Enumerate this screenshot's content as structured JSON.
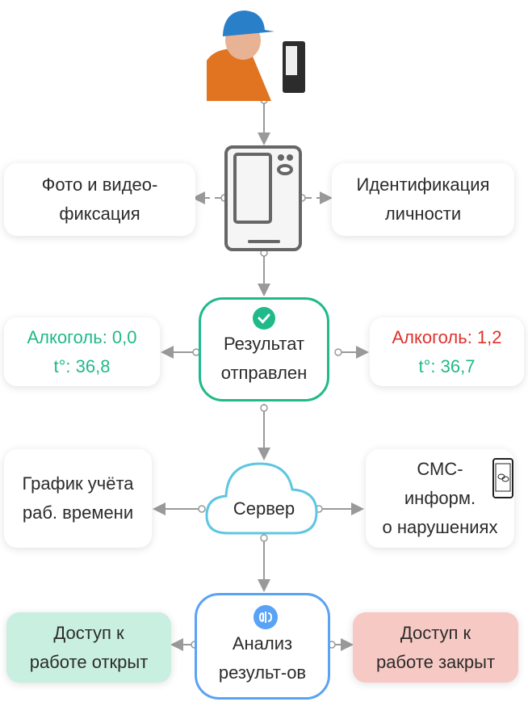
{
  "top": {
    "photo_left": "Фото и видео-",
    "photo_right": "фиксация",
    "ident_1": "Идентификация",
    "ident_2": "личности"
  },
  "result": {
    "line1": "Результат",
    "line2": "отправлен",
    "left_alcohol": "Алкоголь: 0,0",
    "left_temp": "t°: 36,8",
    "right_alcohol": "Алкоголь: 1,2",
    "right_temp": "t°: 36,7"
  },
  "server": {
    "label": "Сервер",
    "schedule_1": "График учёта",
    "schedule_2": "раб. времени",
    "sms_1": "СМС-",
    "sms_2": "информ.",
    "sms_3": "о нарушениях"
  },
  "analysis": {
    "line1": "Анализ",
    "line2": "результ-ов",
    "open_1": "Доступ к",
    "open_2": "работе открыт",
    "closed_1": "Доступ к",
    "closed_2": "работе закрыт"
  },
  "colors": {
    "green": "#1fb98a",
    "red": "#e0312b",
    "blue": "#5aa2f5",
    "cyan": "#5ec6e0",
    "open_bg": "#c9efe1",
    "closed_bg": "#f7c9c4"
  }
}
